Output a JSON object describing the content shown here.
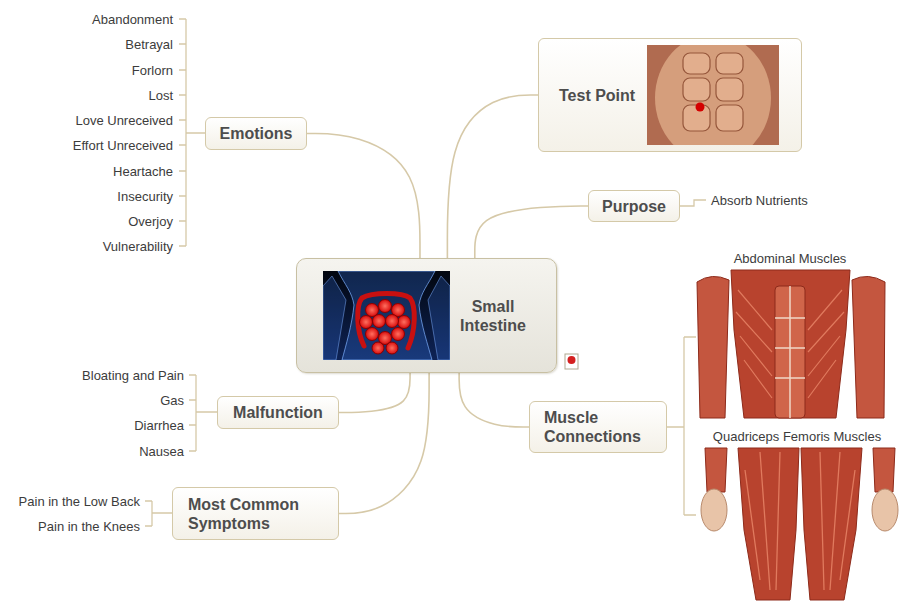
{
  "diagram": {
    "nodes": [
      {
        "text": [
          "Small Intestine"
        ]
      },
      {
        "text": [
          "Emotions"
        ]
      },
      {
        "text": [
          "Test Point"
        ]
      },
      {
        "text": [
          "Purpose"
        ]
      },
      {
        "text": [
          "Malfunction"
        ]
      },
      {
        "text": [
          "Muscle Connections"
        ]
      },
      {
        "text": [
          "Most Common Symptoms"
        ]
      }
    ],
    "edges": [
      {
        "from": 0,
        "to": 1,
        "arrow": "none"
      },
      {
        "from": 0,
        "to": 2,
        "arrow": "none"
      },
      {
        "from": 0,
        "to": 3,
        "arrow": "none"
      },
      {
        "from": 0,
        "to": 4,
        "arrow": "none"
      },
      {
        "from": 0,
        "to": 5,
        "arrow": "none"
      },
      {
        "from": 0,
        "to": 6,
        "arrow": "none"
      }
    ],
    "labels": [
      "Abandonment",
      "Betrayal",
      "Forlorn",
      "Lost",
      "Love Unreceived",
      "Effort Unreceived",
      "Heartache",
      "Insecurity",
      "Overjoy",
      "Vulnerability",
      "Absorb Nutrients",
      "Abdominal Muscles",
      "Quadriceps Femoris Muscles",
      "Bloating and Pain",
      "Gas",
      "Diarrhea",
      "Nausea",
      "Pain in the Low Back",
      "Pain in the Knees"
    ]
  }
}
